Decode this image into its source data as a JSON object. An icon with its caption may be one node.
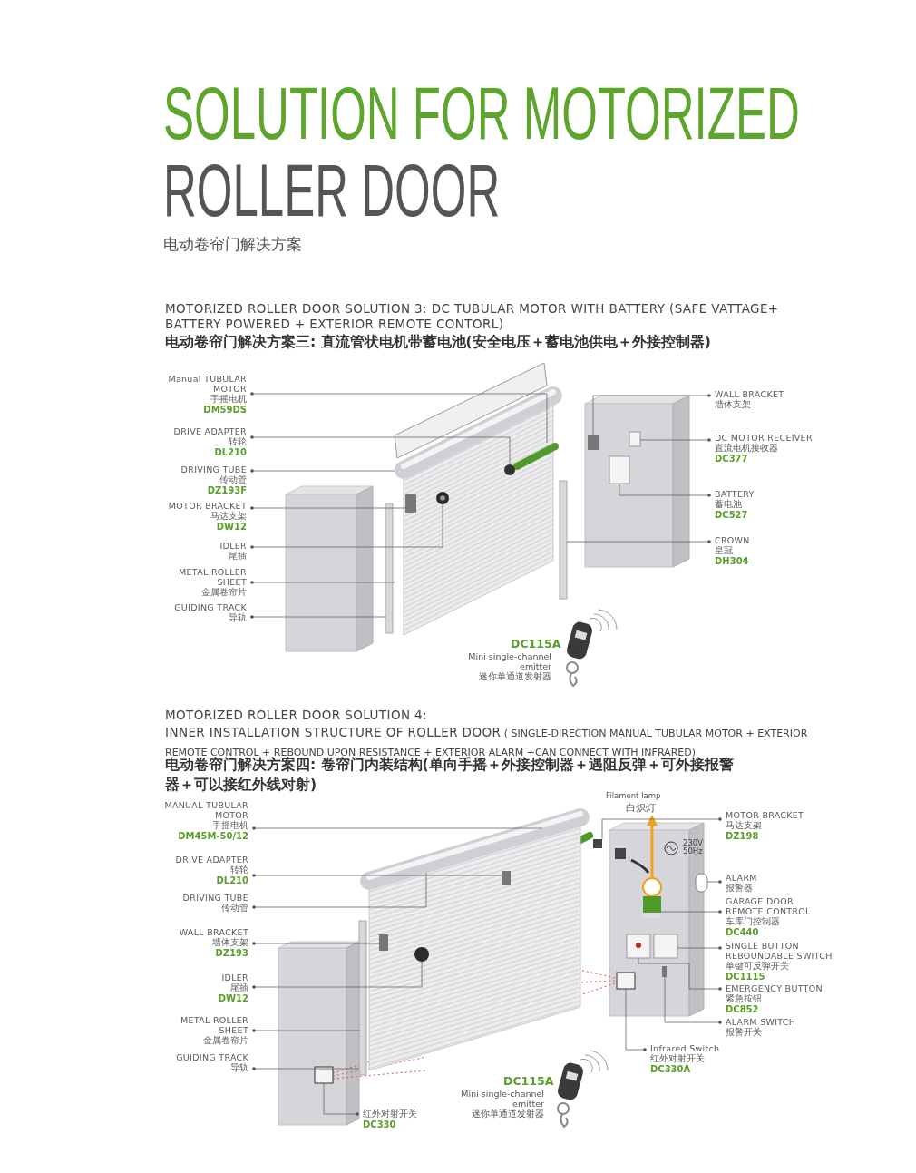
{
  "diagram": {
    "title": "SOLUTION FOR MOTORIZED ROLLER DOOR",
    "nodes": [
      {
        "text": [
          "Manual TUBULAR MOTOR",
          "手摇电机",
          "DM59DS"
        ]
      },
      {
        "text": [
          "DRIVE ADAPTER",
          "转轮",
          "DL210"
        ]
      },
      {
        "text": [
          "DRIVING TUBE",
          "传动管",
          "DZ193F"
        ]
      },
      {
        "text": [
          "MOTOR BRACKET",
          "马达支架",
          "DW12"
        ]
      },
      {
        "text": [
          "IDLER",
          "尾插"
        ]
      },
      {
        "text": [
          "METAL ROLLER SHEET",
          "金属卷帘片"
        ]
      },
      {
        "text": [
          "GUIDING TRACK",
          "导轨"
        ]
      },
      {
        "text": [
          "WALL BRACKET",
          "墙体支架"
        ]
      },
      {
        "text": [
          "DC MOTOR RECEIVER",
          "直流电机接收器",
          "DC377"
        ]
      },
      {
        "text": [
          "BATTERY",
          "蓄电池",
          "DC527"
        ]
      },
      {
        "text": [
          "CROWN",
          "皇冠",
          "DH304"
        ]
      },
      {
        "text": [
          "MANUAL TUBULAR MOTOR",
          "手摇电机",
          "DM45M-50/12"
        ]
      },
      {
        "text": [
          "DRIVE ADAPTER",
          "转轮",
          "DL210"
        ]
      },
      {
        "text": [
          "DRIVING TUBE",
          "传动管"
        ]
      },
      {
        "text": [
          "WALL BRACKET",
          "墙体支架",
          "DZ193"
        ]
      },
      {
        "text": [
          "IDLER",
          "尾插",
          "DW12"
        ]
      },
      {
        "text": [
          "METAL ROLLER SHEET",
          "金属卷帘片"
        ]
      },
      {
        "text": [
          "GUIDING TRACK",
          "导轨"
        ]
      },
      {
        "text": [
          "MOTOR BRACKET",
          "马达支架",
          "DZ198"
        ]
      },
      {
        "text": [
          "ALARM",
          "报警器"
        ]
      },
      {
        "text": [
          "GARAGE DOOR REMOTE CONTROL",
          "车库门控制器",
          "DC440"
        ]
      },
      {
        "text": [
          "SINGLE BUTTON REBOUNDABLE SWITCH",
          "单键可反弹开关",
          "DC1115"
        ]
      },
      {
        "text": [
          "EMERGENCY BUTTON",
          "紧急按钮",
          "DC852"
        ]
      },
      {
        "text": [
          "ALARM SWITCH",
          "报警开关"
        ]
      },
      {
        "text": [
          "Infrared Switch",
          "红外对射开关",
          "DC330A"
        ]
      },
      {
        "text": [
          "红外对射开关",
          "DC330"
        ]
      },
      {
        "text": [],
        "shape": "picture",
        "in": 31
      },
      {
        "text": [],
        "shape": "circle",
        "in": 31
      },
      {
        "text": [],
        "shape": "picture",
        "in": 26
      },
      {
        "text": [],
        "shape": "box",
        "in": 31
      },
      {
        "text": [],
        "shape": "circle",
        "in": 31
      },
      {
        "text": [],
        "shape": "picture"
      },
      {
        "text": [],
        "shape": "box"
      },
      {
        "text": [],
        "shape": "box"
      },
      {
        "text": [],
        "shape": "box"
      },
      {
        "text": [],
        "shape": "box"
      },
      {
        "text": [],
        "shape": "box"
      },
      {
        "text": [],
        "shape": "picture",
        "in": 41
      },
      {
        "text": [],
        "shape": "box",
        "in": 41
      },
      {
        "text": [],
        "shape": "box",
        "in": 41
      },
      {
        "text": [],
        "shape": "circle",
        "in": 41
      },
      {
        "text": [],
        "shape": "picture"
      },
      {
        "text": [],
        "shape": "box"
      },
      {
        "text": [],
        "shape": "picture"
      },
      {
        "text": [],
        "shape": "box"
      },
      {
        "text": [],
        "shape": "picture"
      },
      {
        "text": [],
        "shape": "box"
      },
      {
        "text": [],
        "shape": "picture"
      },
      {
        "text": [],
        "shape": "box"
      },
      {
        "text": [],
        "shape": "box"
      },
      {
        "text": [],
        "shape": "box"
      }
    ],
    "edges": [
      {
        "from": 0,
        "to": 28,
        "arrow": "other"
      },
      {
        "from": 1,
        "to": 27,
        "arrow": "other"
      },
      {
        "from": 2,
        "to": 26,
        "arrow": "other"
      },
      {
        "from": 3,
        "to": 29,
        "arrow": "other"
      },
      {
        "from": 4,
        "to": 30,
        "arrow": "other"
      },
      {
        "from": 5,
        "to": 31,
        "arrow": "other"
      },
      {
        "from": 6,
        "to": 32,
        "arrow": "other"
      },
      {
        "from": 7,
        "to": 33,
        "arrow": "other"
      },
      {
        "from": 8,
        "to": 34,
        "arrow": "other"
      },
      {
        "from": 9,
        "to": 35,
        "arrow": "other"
      },
      {
        "from": 10,
        "to": 36,
        "arrow": "other"
      },
      {
        "from": 11,
        "to": 37,
        "arrow": "other"
      },
      {
        "from": 12,
        "to": 38,
        "arrow": "other"
      },
      {
        "from": 13,
        "to": 37,
        "arrow": "other"
      },
      {
        "from": 14,
        "to": 39,
        "arrow": "other"
      },
      {
        "from": 15,
        "to": 40,
        "arrow": "other"
      },
      {
        "from": 16,
        "to": 41,
        "arrow": "other"
      },
      {
        "from": 17,
        "to": 42,
        "arrow": "other"
      },
      {
        "from": 18,
        "to": 43,
        "arrow": "other"
      },
      {
        "from": 19,
        "to": 44,
        "arrow": "other"
      },
      {
        "from": 20,
        "to": 45,
        "arrow": "other"
      },
      {
        "from": 21,
        "to": 46,
        "arrow": "other"
      },
      {
        "from": 22,
        "to": 47,
        "arrow": "other"
      },
      {
        "from": 23,
        "to": 48,
        "arrow": "other"
      },
      {
        "from": 24,
        "to": 49,
        "arrow": "other"
      },
      {
        "from": 25,
        "to": 50,
        "arrow": "other"
      }
    ],
    "labels": [
      "电动卷帘门解决方案",
      "MOTORIZED ROLLER DOOR SOLUTION 3: DC TUBULAR MOTOR WITH BATTERY (SAFE VATTAGE+ BATTERY POWERED + EXTERIOR REMOTE CONTORL)",
      "电动卷帘门解决方案三: 直流管状电机带蓄电池(安全电压＋蓄电池供电＋外接控制器)",
      "DC115A",
      "Mini single-channel emitter",
      "迷你单通道发射器",
      "MOTORIZED ROLLER DOOR SOLUTION 4:",
      "INNER INSTALLATION STRUCTURE OF ROLLER DOOR",
      "( SINGLE-DIRECTION MANUAL TUBULAR MOTOR + EXTERIOR REMOTE CONTROL + REBOUND UPON RESISTANCE + EXTERIOR ALARM +CAN CONNECT WITH INFRARED)",
      "电动卷帘门解决方案四: 卷帘门内装结构(单向手摇＋外接控制器＋遇阻反弹＋可外接报警器＋可以接红外线对射)",
      "Filament lamp",
      "白炽灯",
      "230V 50Hz",
      "DC115A",
      "Mini single-channel emitter",
      "迷你单通道发射器"
    ]
  }
}
